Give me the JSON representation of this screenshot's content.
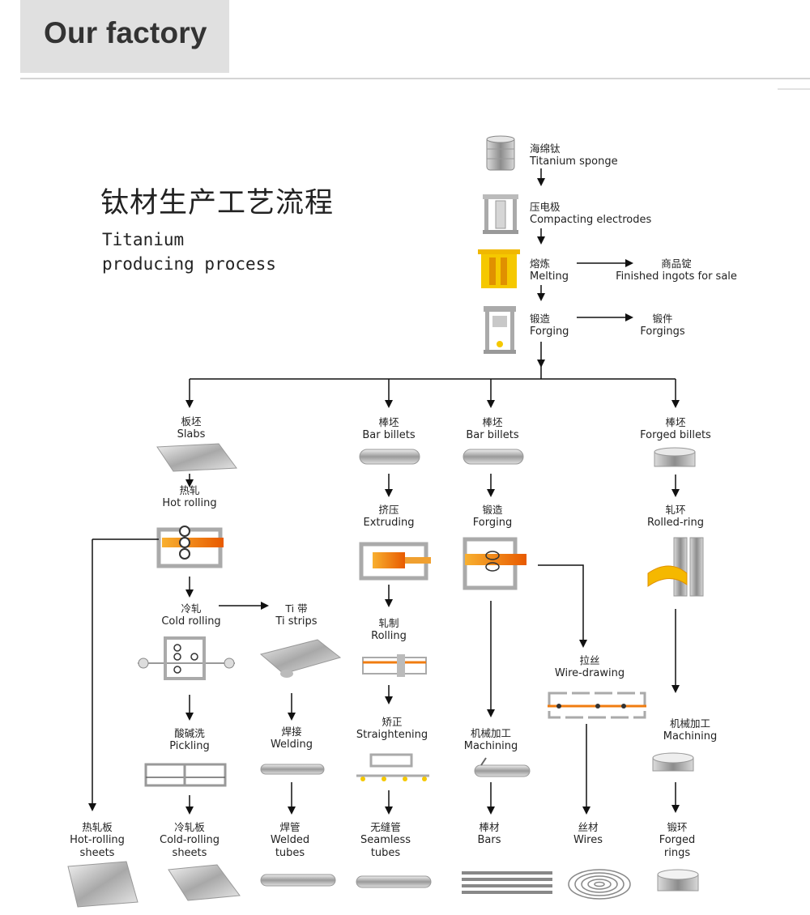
{
  "header": {
    "title": "Our factory"
  },
  "diagram": {
    "title_cn": "钛材生产工艺流程",
    "title_en_line1": "Titanium",
    "title_en_line2": "producing process",
    "main_chain": {
      "sponge": {
        "cn": "海绵钛",
        "en": "Titanium sponge"
      },
      "compacting": {
        "cn": "压电极",
        "en": "Compacting  electrodes"
      },
      "melting": {
        "cn": "熔炼",
        "en": "Melting"
      },
      "ingots": {
        "cn": "商品锭",
        "en": "Finished  ingots  for  sale"
      },
      "forging": {
        "cn": "锻造",
        "en": "Forging"
      },
      "forgings": {
        "cn": "锻件",
        "en": "Forgings"
      }
    },
    "branch1": {
      "slabs": {
        "cn": "板坯",
        "en": "Slabs"
      },
      "hot_rolling": {
        "cn": "热轧",
        "en": "Hot  rolling"
      },
      "cold_rolling": {
        "cn": "冷轧",
        "en": "Cold  rolling"
      },
      "ti_strips": {
        "cn": "Ti 带",
        "en": "Ti strips"
      },
      "pickling": {
        "cn": "酸碱洗",
        "en": "Pickling"
      },
      "welding": {
        "cn": "焊接",
        "en": "Welding"
      },
      "hot_sheets": {
        "cn": "热轧板",
        "en1": "Hot-rolling",
        "en2": "sheets"
      },
      "cold_sheets": {
        "cn": "冷轧板",
        "en1": "Cold-rolling",
        "en2": "sheets"
      },
      "welded_tubes": {
        "cn": "焊管",
        "en1": "Welded",
        "en2": "tubes"
      }
    },
    "branch2": {
      "bar_billets": {
        "cn": "棒坯",
        "en": "Bar  billets"
      },
      "extruding": {
        "cn": "挤压",
        "en": "Extruding"
      },
      "rolling": {
        "cn": "轧制",
        "en": "Rolling"
      },
      "straightening": {
        "cn": "矫正",
        "en": "Straightening"
      },
      "seamless_tubes": {
        "cn": "无缝管",
        "en1": "Seamless",
        "en2": "tubes"
      }
    },
    "branch3": {
      "bar_billets": {
        "cn": "棒坯",
        "en": "Bar  billets"
      },
      "forging": {
        "cn": "锻造",
        "en": "Forging"
      },
      "machining": {
        "cn": "机械加工",
        "en": "Machining"
      },
      "bars": {
        "cn": "棒材",
        "en": "Bars"
      },
      "wire_drawing": {
        "cn": "拉丝",
        "en": "Wire-drawing"
      },
      "wires": {
        "cn": "丝材",
        "en": "Wires"
      }
    },
    "branch4": {
      "forged_billets": {
        "cn": "棒坯",
        "en": "Forged  billets"
      },
      "rolled_ring": {
        "cn": "轧环",
        "en": "Rolled-ring"
      },
      "machining": {
        "cn": "机械加工",
        "en": "Machining"
      },
      "forged_rings": {
        "cn": "锻环",
        "en1": "Forged",
        "en2": "rings"
      }
    },
    "colors": {
      "accent_orange": "#f07c10",
      "accent_yellow": "#f5c800",
      "steel": "#b0b0b0"
    }
  }
}
